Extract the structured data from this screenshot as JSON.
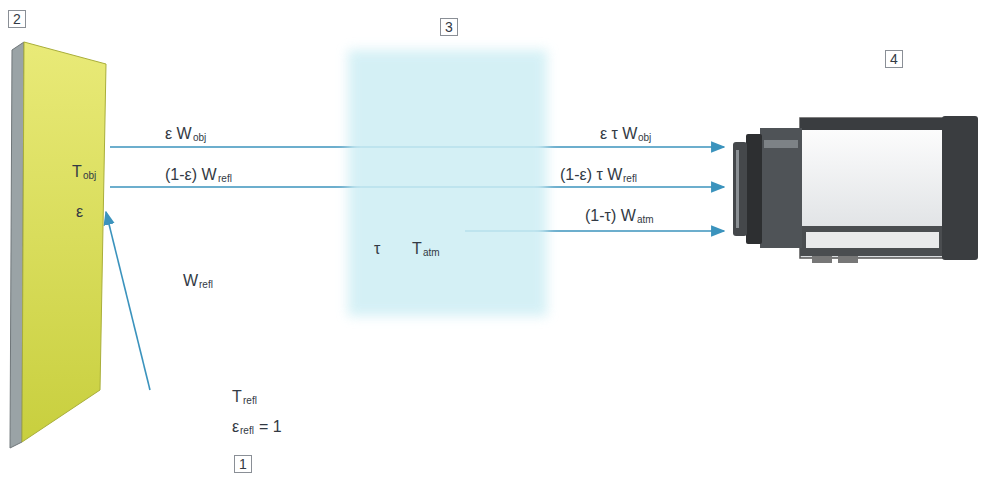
{
  "diagram": {
    "nodes": [
      {
        "text": [
          "2",
          "T",
          "obj",
          "ε"
        ]
      },
      {
        "text": [
          "3",
          "τ",
          "T",
          "atm"
        ]
      }
    ],
    "labels": [
      "ε W",
      "obj",
      "(1-ε) W",
      "refl",
      "ε τ W",
      "obj",
      "(1-ε) τ W",
      "refl",
      "(1-τ) W",
      "atm",
      "W",
      "refl",
      "T",
      "refl",
      "ε",
      "refl",
      "= 1",
      "1",
      "4"
    ]
  }
}
